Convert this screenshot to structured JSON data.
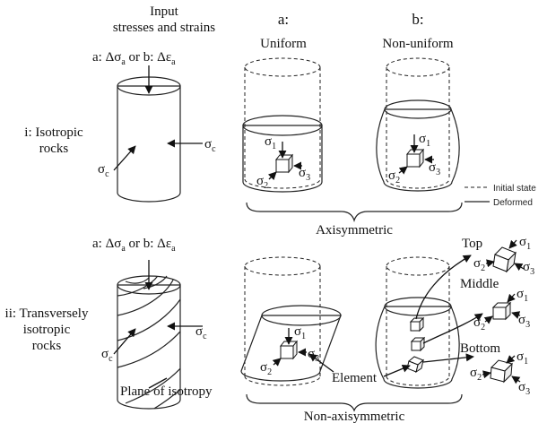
{
  "header": {
    "input_line1": "Input",
    "input_line2": "stresses and strains",
    "col_a_letter": "a:",
    "col_a_name": "Uniform",
    "col_b_letter": "b:",
    "col_b_name": "Non-uniform"
  },
  "inputs": {
    "row_i": {
      "a_label": "a: Δσ",
      "a_sub": "a",
      "or": " or b: Δε",
      "b_sub": "a"
    },
    "row_ii": {
      "a_label": "a: Δσ",
      "a_sub": "a",
      "or": " or b: Δε",
      "b_sub": "a"
    }
  },
  "rows": {
    "i_line1": "i: Isotropic",
    "i_line2": "rocks",
    "ii_line1": "ii: Transversely",
    "ii_line2": "isotropic",
    "ii_line3": "rocks"
  },
  "stress_symbols": {
    "sigma": "σ",
    "c": "c",
    "s1": "1",
    "s2": "2",
    "s3": "3"
  },
  "labels": {
    "axisymmetric": "Axisymmetric",
    "non_axisymmetric": "Non-axisymmetric",
    "plane_of_isotropy": "Plane of isotropy",
    "element": "Element",
    "top": "Top",
    "middle": "Middle",
    "bottom": "Bottom"
  },
  "legend": {
    "initial_state": "Initial state",
    "deformed": "Deformed"
  },
  "colors": {
    "rock_fill": "#f9dcc0",
    "rock_edge": "#222222",
    "cube_top": "#ffffff",
    "cube_side": "#eeeeee"
  }
}
